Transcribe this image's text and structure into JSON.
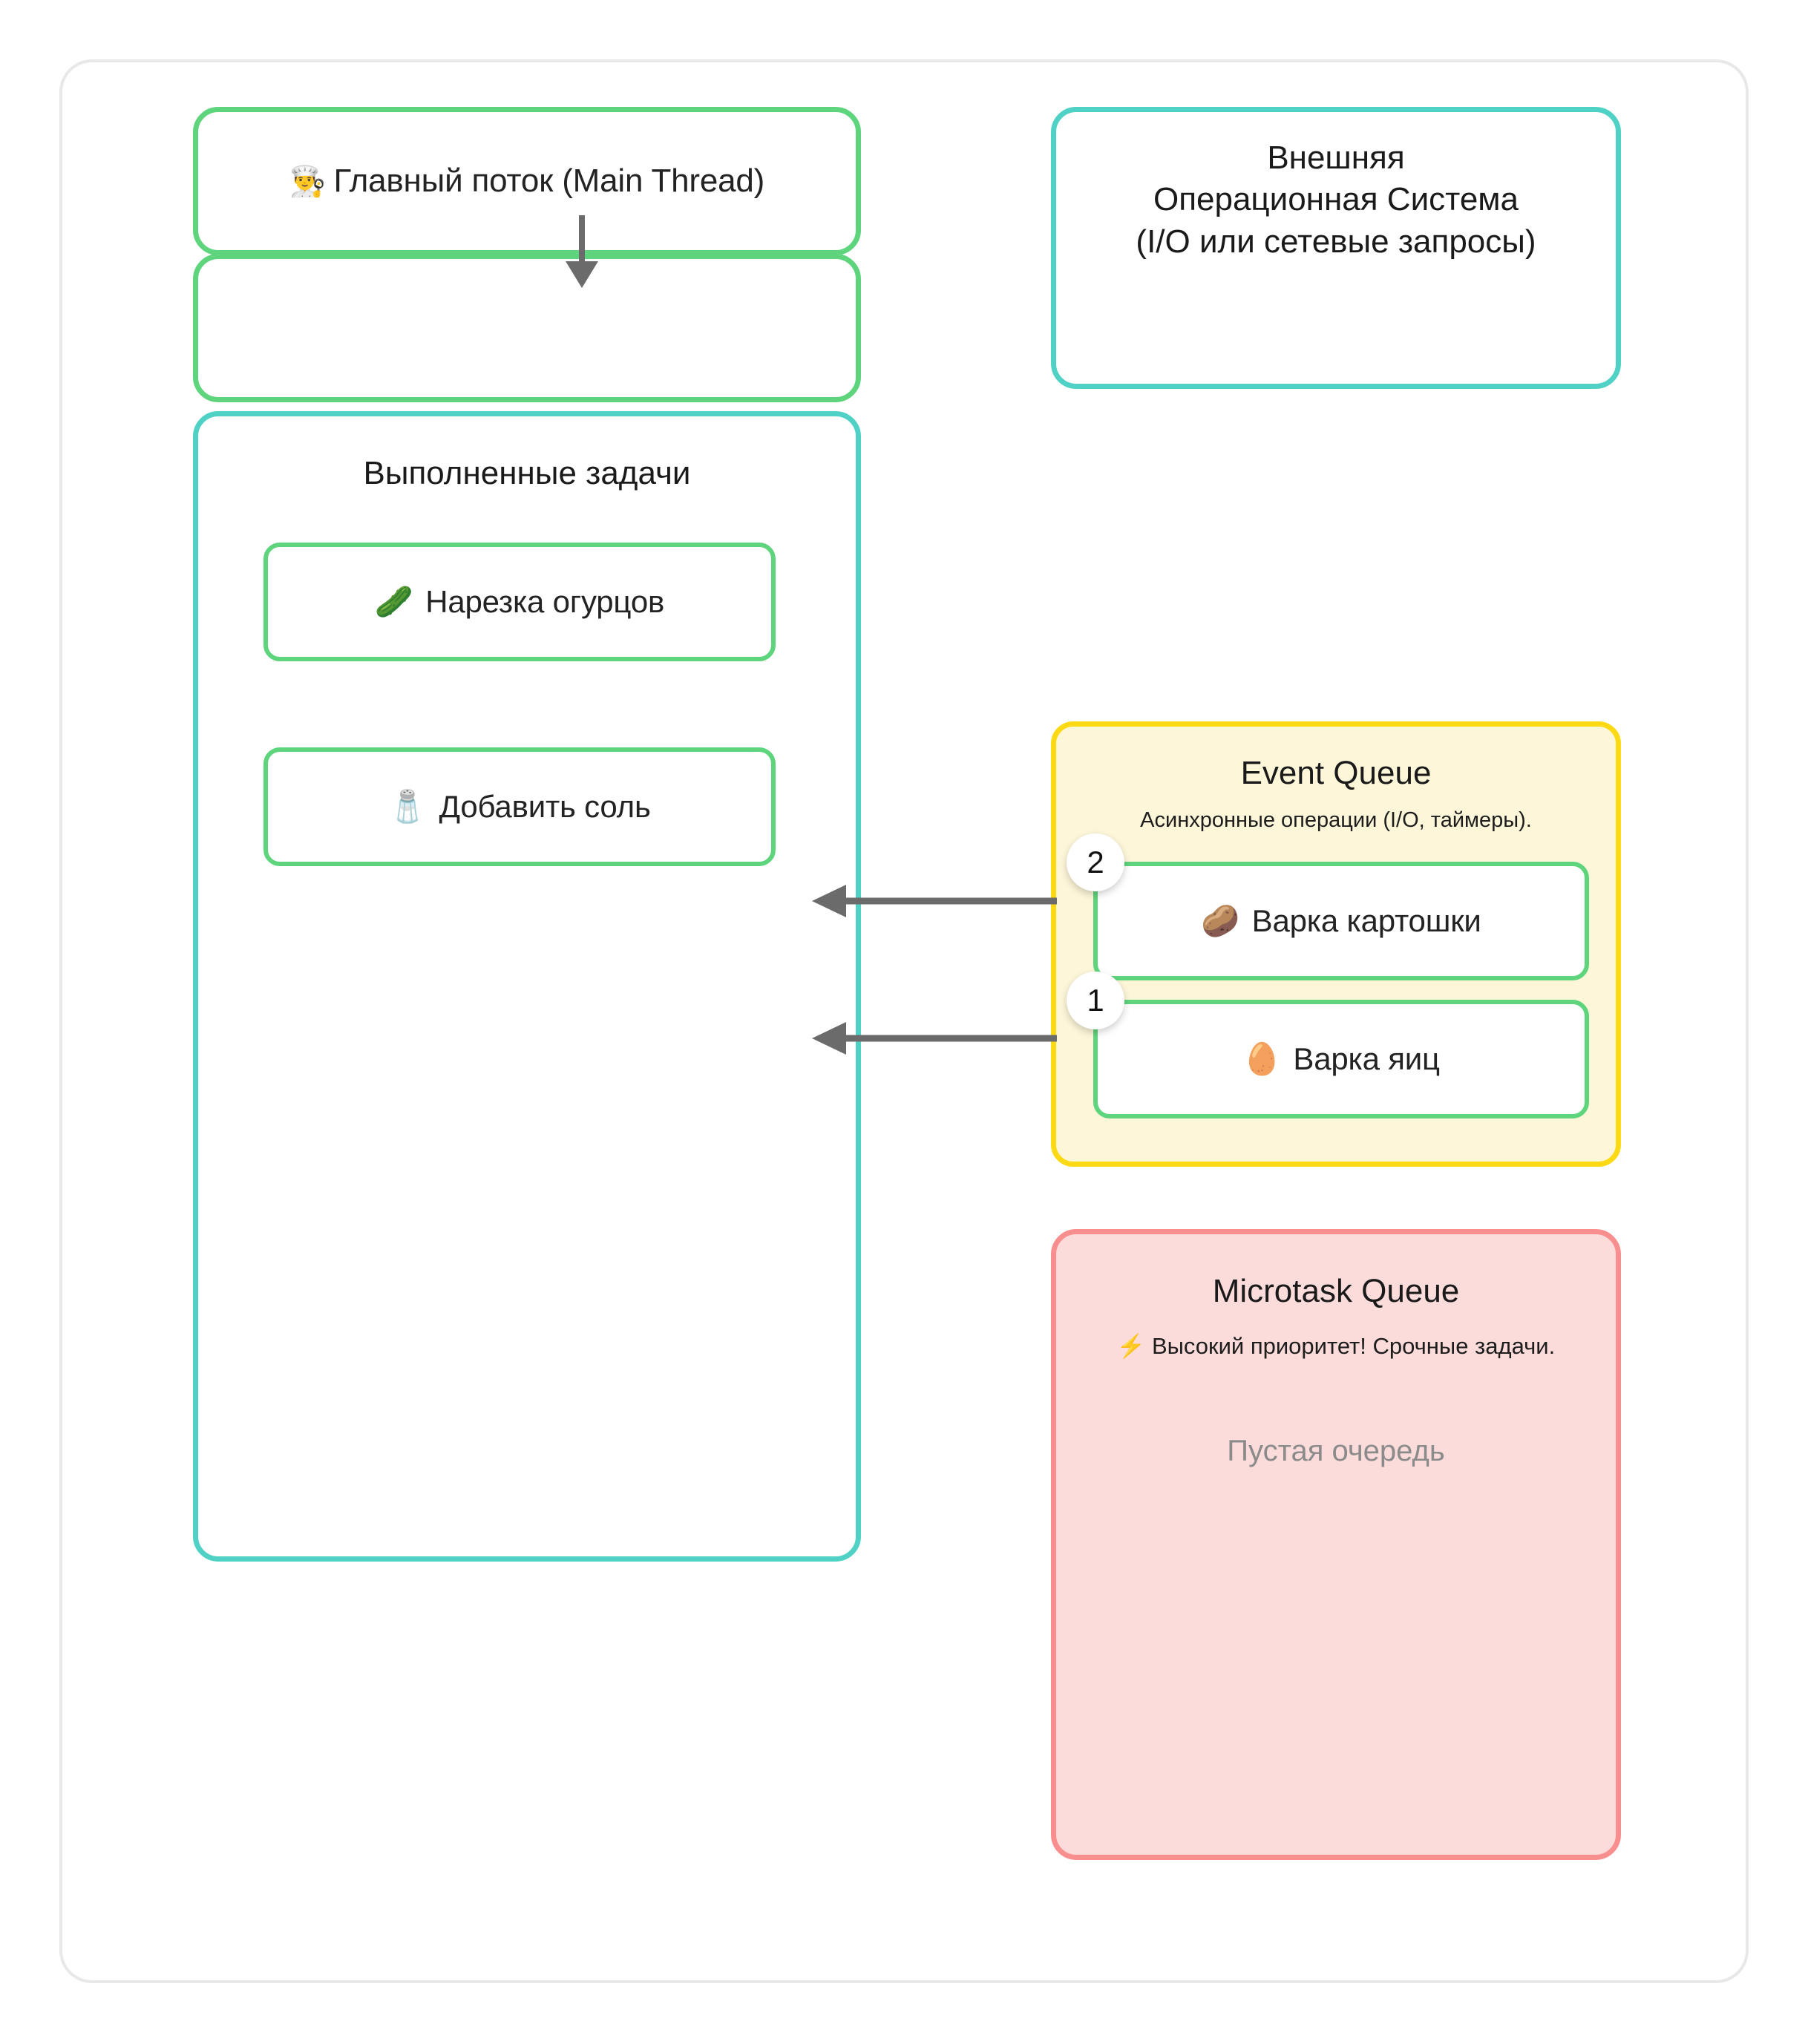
{
  "diagram": {
    "main_thread": {
      "emoji": "👨‍🍳",
      "label": "Главный поток (Main Thread)"
    },
    "call_stack": {
      "label": ""
    },
    "external_os": {
      "line1": "Внешняя",
      "line2": "Операционная Система",
      "line3": "(I/O или сетевые запросы)"
    },
    "completed": {
      "title": "Выполненные задачи",
      "tasks": [
        {
          "emoji": "🥒",
          "label": "Нарезка огурцов"
        },
        {
          "emoji": "🧂",
          "label": "Добавить соль"
        }
      ]
    },
    "event_queue": {
      "title": "Event Queue",
      "subtitle": "Асинхронные операции (I/O, таймеры).",
      "tasks": [
        {
          "badge": "2",
          "emoji": "🥔",
          "label": "Варка картошки"
        },
        {
          "badge": "1",
          "emoji": "🥚",
          "label": "Варка яиц"
        }
      ]
    },
    "microtask_queue": {
      "title": "Microtask Queue",
      "subtitle": "⚡ Высокий приоритет! Срочные задачи.",
      "empty_text": "Пустая очередь"
    }
  },
  "colors": {
    "green": "#5ed47d",
    "teal": "#4fd1c5",
    "yellow_border": "#fbd913",
    "yellow_fill": "#fdf6d9",
    "pink_border": "#f98e8e",
    "pink_fill": "#fcdcda",
    "arrow": "#6b6b6b",
    "outer_border": "#e8e8e8"
  }
}
